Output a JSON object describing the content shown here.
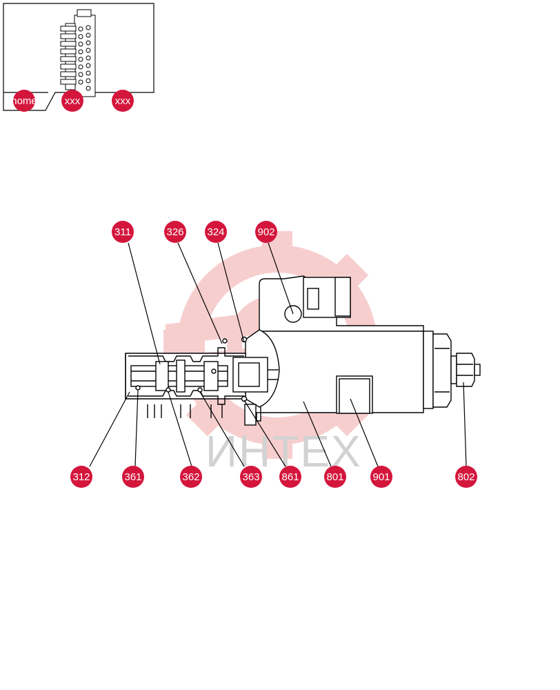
{
  "nav": {
    "home_label": "home",
    "crumb_1": "xxx",
    "crumb_2": "xxx"
  },
  "watermark": {
    "text": "ИНТЕХ"
  },
  "callouts": {
    "c311": "311",
    "c326": "326",
    "c324": "324",
    "c902": "902",
    "c312": "312",
    "c361": "361",
    "c362": "362",
    "c363": "363",
    "c861": "861",
    "c801": "801",
    "c901": "901",
    "c802": "802"
  },
  "colors": {
    "badge": "#d4163c",
    "watermark_gear": "#f7c9c9",
    "watermark_text": "#d2d2d2"
  }
}
